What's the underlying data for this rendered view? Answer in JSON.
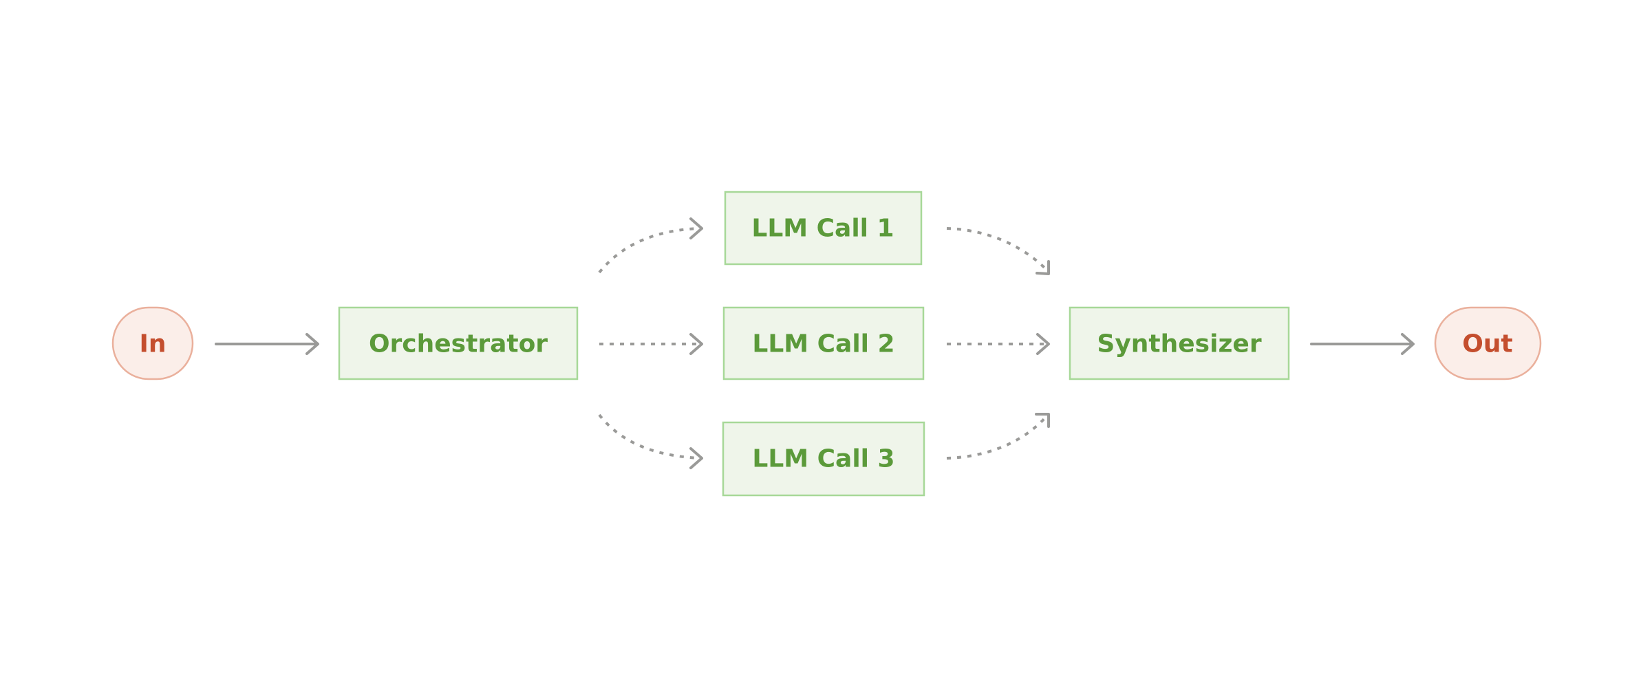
{
  "nodes": {
    "input": {
      "label": "In"
    },
    "orchestrator": {
      "label": "Orchestrator"
    },
    "llm_call_1": {
      "label": "LLM Call 1"
    },
    "llm_call_2": {
      "label": "LLM Call 2"
    },
    "llm_call_3": {
      "label": "LLM Call 3"
    },
    "synthesizer": {
      "label": "Synthesizer"
    },
    "output": {
      "label": "Out"
    }
  },
  "edges": [
    {
      "from": "In",
      "to": "Orchestrator",
      "style": "solid"
    },
    {
      "from": "Orchestrator",
      "to": "LLM Call 1",
      "style": "dashed"
    },
    {
      "from": "Orchestrator",
      "to": "LLM Call 2",
      "style": "dashed"
    },
    {
      "from": "Orchestrator",
      "to": "LLM Call 3",
      "style": "dashed"
    },
    {
      "from": "LLM Call 1",
      "to": "Synthesizer",
      "style": "dashed"
    },
    {
      "from": "LLM Call 2",
      "to": "Synthesizer",
      "style": "dashed"
    },
    {
      "from": "LLM Call 3",
      "to": "Synthesizer",
      "style": "dashed"
    },
    {
      "from": "Synthesizer",
      "to": "Out",
      "style": "solid"
    }
  ],
  "colors": {
    "llm_fill": "#eff5ea",
    "llm_stroke": "#a7d898",
    "llm_text": "#5b9a3a",
    "io_fill": "#fbeee9",
    "io_stroke": "#eab09c",
    "io_text": "#c44e2e",
    "edge": "#9a9a98",
    "background": "#ffffff"
  }
}
